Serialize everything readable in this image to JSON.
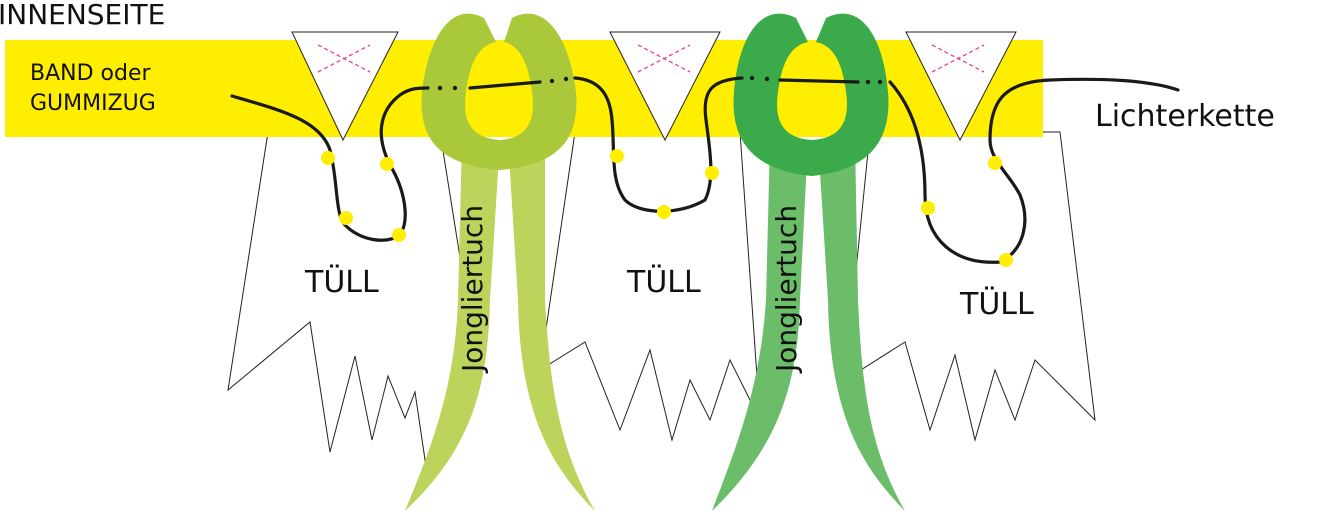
{
  "labels": {
    "innenseite": "INNENSEITE",
    "band_line1": "BAND oder",
    "band_line2": "GUMMIZUG",
    "lichterkette": "Lichterkette",
    "tuell_1": "TÜLL",
    "tuell_2": "TÜLL",
    "tuell_3": "TÜLL",
    "jongliertuch_1": "Jongliertuch",
    "jongliertuch_2": "Jongliertuch"
  },
  "colors": {
    "band": "#ffee00",
    "light_dot": "#ffee00",
    "cable": "#1a1a1a",
    "stitch": "#e0409a",
    "scarf_1_dark": "#a9c93b",
    "scarf_1_light": "#bcd35c",
    "scarf_2_dark": "#3aaa4a",
    "scarf_2_light": "#6cbd6a",
    "tulle_outline": "#222222",
    "tulle_fill": "#ffffff"
  }
}
